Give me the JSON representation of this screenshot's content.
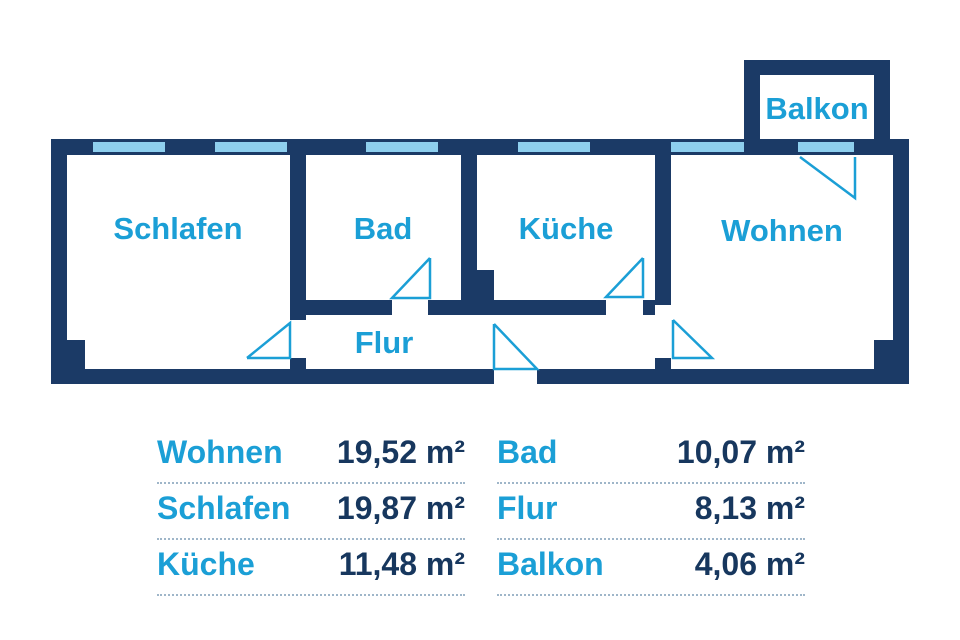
{
  "colors": {
    "wall": "#1b3a66",
    "window": "#8ecfee",
    "door": "#1b9fd6",
    "label": "#1b9fd6",
    "value": "#17375e"
  },
  "rooms": {
    "schlafen": "Schlafen",
    "bad": "Bad",
    "kueche": "Küche",
    "wohnen": "Wohnen",
    "flur": "Flur",
    "balkon": "Balkon"
  },
  "areas": {
    "left": [
      {
        "name": "Wohnen",
        "value": "19,52 m²"
      },
      {
        "name": "Schlafen",
        "value": "19,87 m²"
      },
      {
        "name": "Küche",
        "value": "11,48 m²"
      }
    ],
    "right": [
      {
        "name": "Bad",
        "value": "10,07 m²"
      },
      {
        "name": "Flur",
        "value": "8,13 m²"
      },
      {
        "name": "Balkon",
        "value": "4,06 m²"
      }
    ]
  }
}
